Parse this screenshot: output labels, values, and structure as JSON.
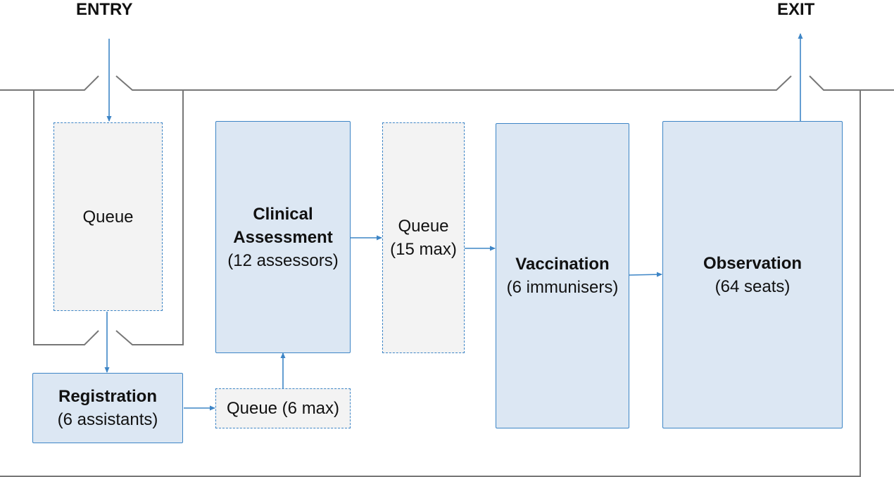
{
  "labels": {
    "entry": "ENTRY",
    "exit": "EXIT"
  },
  "nodes": {
    "queue_entry": {
      "title": "Queue"
    },
    "registration": {
      "title": "Registration",
      "detail": "(6 assistants)"
    },
    "queue_registration": {
      "title": "Queue (6 max)"
    },
    "clinical_assessment": {
      "title_line1": "Clinical",
      "title_line2": "Assessment",
      "detail": "(12 assessors)"
    },
    "queue_vaccination": {
      "title": "Queue",
      "detail": "(15 max)"
    },
    "vaccination": {
      "title": "Vaccination",
      "detail": "(6 immunisers)"
    },
    "observation": {
      "title": "Observation",
      "detail": "(64 seats)"
    }
  },
  "colors": {
    "accent": "#3d85c6",
    "station_fill": "#dce7f3",
    "queue_fill": "#f3f3f3",
    "wall": "#777777"
  }
}
